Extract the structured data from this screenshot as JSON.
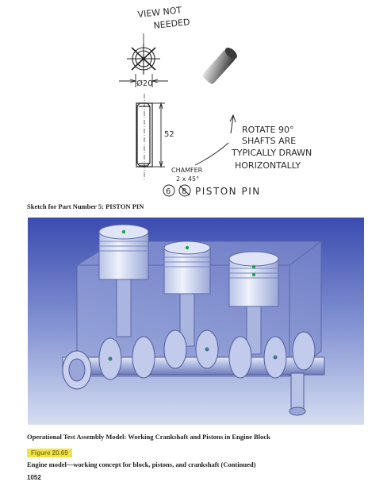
{
  "sketch": {
    "note_top": [
      "VIEW NOT",
      "NEEDED"
    ],
    "dim_diameter": "Ø20",
    "dim_length": "52",
    "chamfer": [
      "CHAMFER",
      "2 x 45°"
    ],
    "rotate_note": [
      "ROTATE 90°",
      "SHAFTS ARE",
      "TYPICALLY DRAWN",
      "HORIZONTALLY"
    ],
    "part_number_old": "6",
    "part_number_new": "8",
    "part_name": "PISTON PIN"
  },
  "caption_sketch": "Sketch for Part Number 5: PISTON PIN",
  "caption_model": "Operational Test Assembly Model: Working Crankshaft and Pistons in Engine Block",
  "figure_tag": "Figure 20.69",
  "figure_caption": "Engine model—working concept for block, pistons, and crankshaft (Continued)",
  "page_number": "1052",
  "colors": {
    "figure_tag_bg": "#f2e24a",
    "render_bg_top": "#3a4bb0",
    "render_bg_bottom": "#c9d4ee"
  }
}
